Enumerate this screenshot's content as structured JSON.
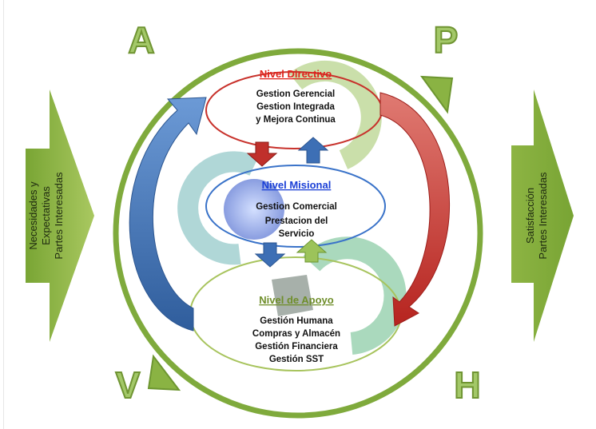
{
  "corners": {
    "a": "A",
    "p": "P",
    "v": "V",
    "h": "H"
  },
  "inputs": {
    "line1": "Necesidades y",
    "line2": "Expectativas",
    "line3": "Partes Interesadas"
  },
  "outputs": {
    "line1": "Satisfacción",
    "line2": "Partes Interesadas"
  },
  "levels": {
    "directivo": {
      "title": "Nivel Directivo",
      "items": [
        "Gestion Gerencial",
        "Gestion Integrada",
        "y Mejora Continua"
      ]
    },
    "misional": {
      "title": "Nivel Misional",
      "items": [
        "Gestion Comercial",
        "Prestacion del",
        "Servicio"
      ]
    },
    "apoyo": {
      "title": "Nivel de Apoyo",
      "items": [
        "Gestión Humana",
        "Compras y Almacén",
        "Gestión Financiera",
        "Gestión SST"
      ]
    }
  },
  "colors": {
    "cycle_green": "#7faa3c",
    "letter_green": "#9cc35a",
    "input_green": "#8fb33f",
    "directivo_title": "#e0231c",
    "directivo_ring": "#c8322c",
    "misional_title": "#1a3fd6",
    "misional_ring": "#3a73c9",
    "apoyo_title": "#6f8e2a",
    "apoyo_ring": "#a8c45e",
    "blue_arrow": "#3d6fb5",
    "red_arrow": "#c0302b"
  }
}
